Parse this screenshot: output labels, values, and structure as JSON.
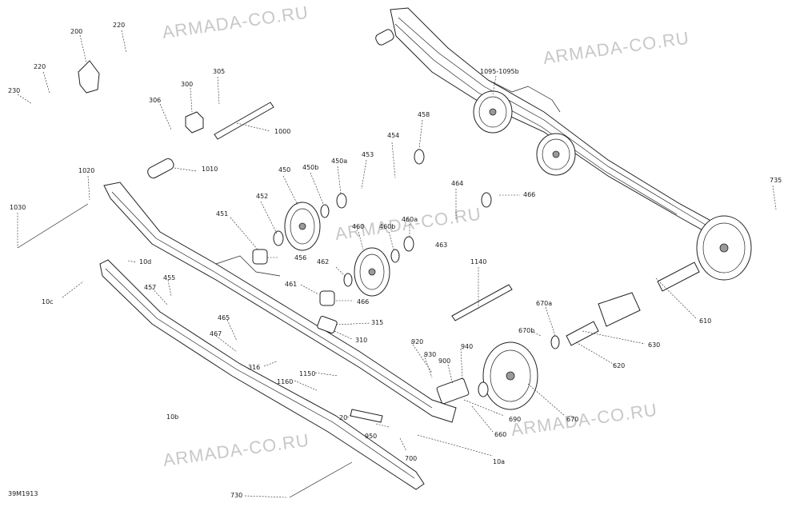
{
  "watermark": "ARMADA-CO.RU",
  "diagram_ref": "39M1913",
  "parts": {
    "p200": "200",
    "p220a": "220",
    "p220b": "220",
    "p230": "230",
    "p300": "300",
    "p305": "305",
    "p306": "306",
    "p1000": "1000",
    "p1010": "1010",
    "p1020": "1020",
    "p1030": "1030",
    "p1095": "1095-1095b",
    "p450": "450",
    "p450b": "450b",
    "p450a": "450a",
    "p453": "453",
    "p454": "454",
    "p458": "458",
    "p452": "452",
    "p451": "451",
    "p456": "456",
    "p460": "460",
    "p460b": "460b",
    "p460a": "460a",
    "p463": "463",
    "p464": "464",
    "p466": "466",
    "p462": "462",
    "p461": "461",
    "p466b": "466",
    "p10d": "10d",
    "p455": "455",
    "p457": "457",
    "p10c": "10c",
    "p465": "465",
    "p467": "467",
    "p315": "315",
    "p310": "310",
    "p316": "316",
    "p1140": "1140",
    "p735": "735",
    "p670a": "670a",
    "p670b": "670b",
    "p610": "610",
    "p630": "630",
    "p620": "620",
    "p920": "920",
    "p930": "930",
    "p900": "900",
    "p940": "940",
    "p1150": "1150",
    "p1160": "1160",
    "p10b": "10b",
    "p20": "20",
    "p950": "950",
    "p700": "700",
    "p690": "690",
    "p660": "660",
    "p670": "670",
    "p10a": "10a",
    "p730": "730"
  }
}
